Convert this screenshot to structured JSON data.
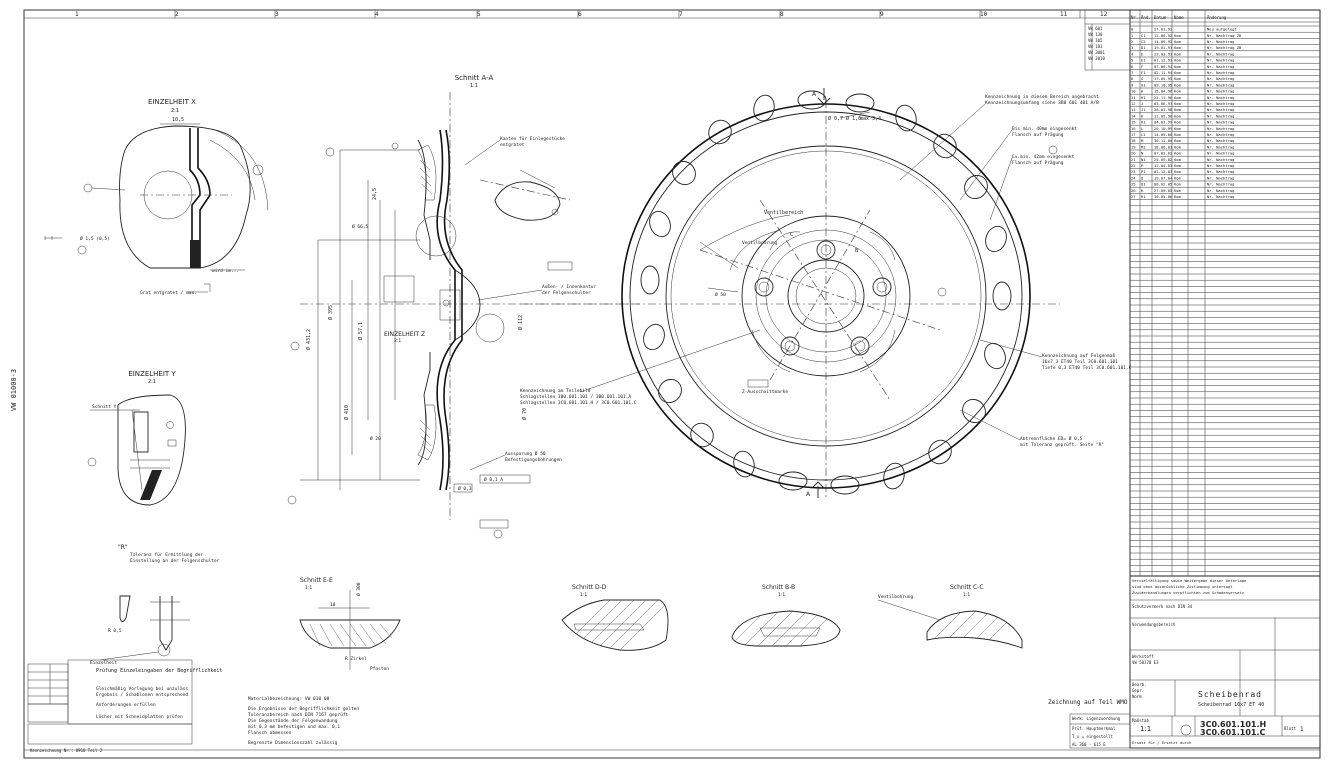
{
  "border": {
    "top_zones": [
      "1",
      "2",
      "3",
      "4",
      "5",
      "6",
      "7",
      "8",
      "9",
      "10",
      "11",
      "12"
    ],
    "side_text": "VW 01000-3"
  },
  "views": {
    "einzelheit_x": {
      "title": "EINZELHEIT X",
      "scale": "2:1",
      "dim": "10,5",
      "note": "Grat entgratet / max."
    },
    "einzelheit_y": {
      "title": "EINZELHEIT Y",
      "scale": "2:1"
    },
    "schnitt_aa": {
      "title": "Schnitt A-A",
      "scale": "1:1",
      "note": "Aussparung Ø 50"
    },
    "einzelheit_z": {
      "title": "EINZELHEIT Z",
      "scale": "2:1"
    },
    "schnitt_dd": {
      "title": "Schnitt D-D",
      "scale": "1:1"
    },
    "schnitt_bb": {
      "title": "Schnitt B-B",
      "scale": "1:1"
    },
    "schnitt_cc": {
      "title": "Schnitt C-C",
      "scale": "1:1"
    },
    "schnitt_ee": {
      "title": "Schnitt E-E",
      "scale": "1:1"
    },
    "detail_r": {
      "title": "\"R\""
    }
  },
  "section_marks": {
    "a_top": "A",
    "a_bottom": "A",
    "b": "B",
    "c": "C"
  },
  "annotations": {
    "wheel_label": "Ventilbereich",
    "zeichnung": "Zeichnung auf Teil WMO"
  },
  "revisions": {
    "headers": [
      "Nr.",
      "Änd.",
      "Datum",
      "Name",
      "Änderung"
    ],
    "rows": [
      [
        "0",
        "",
        "27.01.92",
        "",
        "Neu aufgelegt"
      ],
      [
        "1",
        "C1",
        "12.06.92",
        "Kom",
        "Nr. Nachtrag ZB"
      ],
      [
        "2",
        "C2",
        "14.09.92",
        "Kom",
        "Nr. Nachtrag"
      ],
      [
        "3",
        "D1",
        "19.01.93",
        "Kom",
        "Nr. Nachtrag ZB"
      ],
      [
        "4",
        "E",
        "23.03.93",
        "Kom",
        "Nr. Nachtrag"
      ],
      [
        "5",
        "E1",
        "01.12.93",
        "Kom",
        "Nr. Nachtrag"
      ],
      [
        "6",
        "F",
        "07.06.94",
        "Kom",
        "Nr. Nachtrag"
      ],
      [
        "7",
        "F1",
        "02.11.94",
        "Kom",
        "Nr. Nachtrag"
      ],
      [
        "8",
        "G",
        "17.05.95",
        "Kom",
        "Nr. Nachtrag"
      ],
      [
        "9",
        "G1",
        "09.10.95",
        "Kom",
        "Nr. Nachtrag"
      ],
      [
        "10",
        "H",
        "15.04.96",
        "Kom",
        "Nr. Nachtrag"
      ],
      [
        "11",
        "H1",
        "22.11.96",
        "Kom",
        "Nr. Nachtrag"
      ],
      [
        "12",
        "J",
        "03.06.97",
        "Kom",
        "Nr. Nachtrag"
      ],
      [
        "13",
        "J1",
        "28.01.98",
        "Kom",
        "Nr. Nachtrag"
      ],
      [
        "14",
        "K",
        "11.09.98",
        "Kom",
        "Nr. Nachtrag"
      ],
      [
        "15",
        "K1",
        "04.03.99",
        "Kom",
        "Nr. Nachtrag"
      ],
      [
        "16",
        "L",
        "20.10.99",
        "Kom",
        "Nr. Nachtrag"
      ],
      [
        "17",
        "L1",
        "14.05.00",
        "Kom",
        "Nr. Nachtrag"
      ],
      [
        "18",
        "M",
        "30.11.00",
        "Kom",
        "Nr. Nachtrag"
      ],
      [
        "19",
        "M1",
        "18.06.01",
        "Kom",
        "Nr. Nachtrag"
      ],
      [
        "20",
        "N",
        "07.02.02",
        "Kom",
        "Nr. Nachtrag"
      ],
      [
        "21",
        "N1",
        "25.09.02",
        "Kom",
        "Nr. Nachtrag"
      ],
      [
        "22",
        "P",
        "12.04.03",
        "Kom",
        "Nr. Nachtrag"
      ],
      [
        "23",
        "P1",
        "01.12.03",
        "Kom",
        "Nr. Nachtrag"
      ],
      [
        "24",
        "Q",
        "19.07.04",
        "Kom",
        "Nr. Nachtrag"
      ],
      [
        "25",
        "Q1",
        "08.02.05",
        "Kom",
        "Nr. Nachtrag"
      ],
      [
        "26",
        "R",
        "27.09.05",
        "Kom",
        "Nr. Nachtrag"
      ],
      [
        "27",
        "R1",
        "16.05.06",
        "Kom",
        "Nr. Nachtrag"
      ]
    ]
  },
  "title_block": {
    "scale": "1:1",
    "part_no_1": "3C0.601.101.H",
    "part_no_2": "3C0.601.101.C",
    "title_1": "Scheibenrad",
    "title_2": "Scheibenrad 16x7 ET 40",
    "sheet": "1"
  }
}
